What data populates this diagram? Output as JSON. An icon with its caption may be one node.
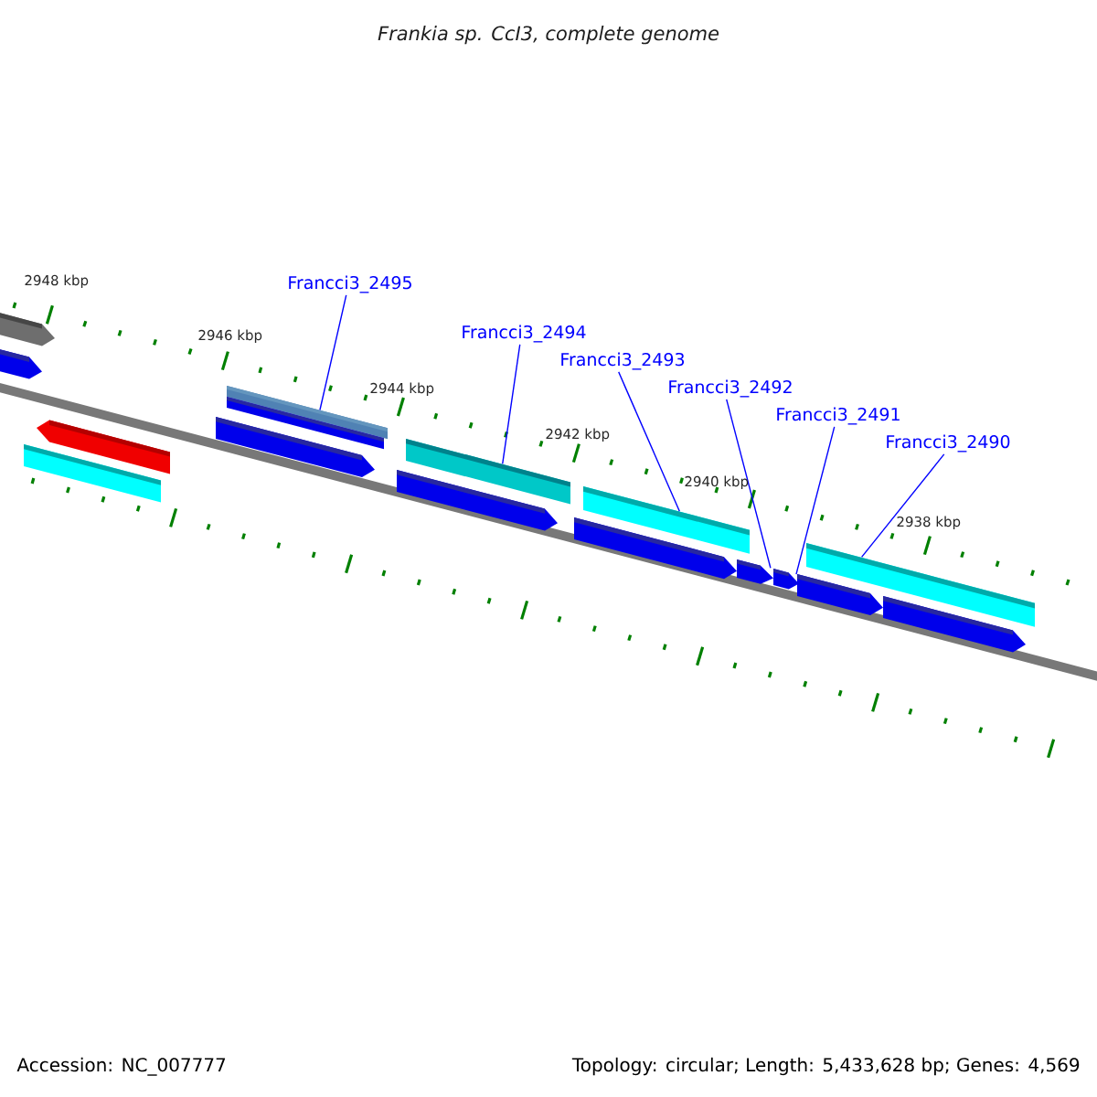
{
  "diagram": {
    "title": "Frankia sp. CcI3, complete genome",
    "nodes": [
      {
        "text": [
          "Francci3_2495"
        ]
      },
      {
        "text": [
          "Francci3_2494"
        ]
      },
      {
        "text": [
          "Francci3_2493"
        ]
      },
      {
        "text": [
          "Francci3_2492"
        ]
      },
      {
        "text": [
          "Francci3_2491"
        ]
      },
      {
        "text": [
          "Francci3_2490"
        ]
      },
      {
        "text": [],
        "shape": "arrow"
      },
      {
        "text": [],
        "shape": "arrow"
      },
      {
        "text": [],
        "shape": "bar"
      },
      {
        "text": [],
        "shape": "arrow"
      },
      {
        "text": [],
        "shape": "arrow"
      },
      {
        "text": [],
        "shape": "bar"
      },
      {
        "text": [],
        "shape": "bar"
      },
      {
        "text": [],
        "shape": "arrow"
      },
      {
        "text": [],
        "shape": "bar"
      },
      {
        "text": [],
        "shape": "arrow"
      },
      {
        "text": [],
        "shape": "bar"
      },
      {
        "text": [],
        "shape": "arrow"
      },
      {
        "text": [],
        "shape": "arrow"
      },
      {
        "text": [],
        "shape": "arrow"
      },
      {
        "text": [],
        "shape": "bar"
      },
      {
        "text": [],
        "shape": "arrow"
      }
    ],
    "edges": [
      {
        "from": 0,
        "to": 11,
        "arrow": "none"
      },
      {
        "from": 1,
        "to": 14,
        "arrow": "none"
      },
      {
        "from": 2,
        "to": 16,
        "arrow": "none"
      },
      {
        "from": 3,
        "to": 17,
        "arrow": "none"
      },
      {
        "from": 4,
        "to": 18,
        "arrow": "none"
      },
      {
        "from": 5,
        "to": 20,
        "arrow": "none"
      }
    ],
    "labels": [
      "2948 kbp",
      "2946 kbp",
      "2944 kbp",
      "2942 kbp",
      "2940 kbp",
      "2938 kbp",
      "Accession: NC_007777",
      "Topology: circular; Length: 5,433,628 bp; Genes: 4,569"
    ]
  }
}
